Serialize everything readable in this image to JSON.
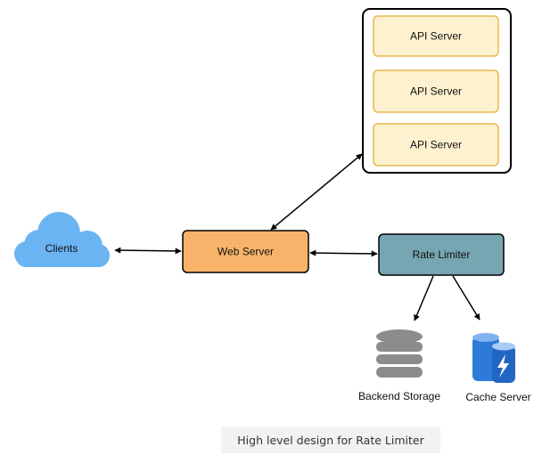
{
  "colors": {
    "api_server_fill": "#fdf1cf",
    "api_server_stroke": "#e8b84c",
    "web_server_fill": "#f8b36a",
    "rate_limiter_fill": "#76a6b2",
    "cloud_fill": "#6ab4f2",
    "storage_gray": "#8c8c8c",
    "cache_blue": "#2f7ad8"
  },
  "nodes": {
    "api_servers": [
      {
        "label": "API Server"
      },
      {
        "label": "API Server"
      },
      {
        "label": "API Server"
      }
    ],
    "clients": {
      "label": "Clients",
      "icon": "cloud-icon"
    },
    "web_server": {
      "label": "Web Server"
    },
    "rate_limiter": {
      "label": "Rate Limiter"
    },
    "backend_storage": {
      "label": "Backend Storage",
      "icon": "database-icon"
    },
    "cache_server": {
      "label": "Cache Server",
      "icon": "cache-icon"
    }
  },
  "caption": "High level design for Rate Limiter"
}
